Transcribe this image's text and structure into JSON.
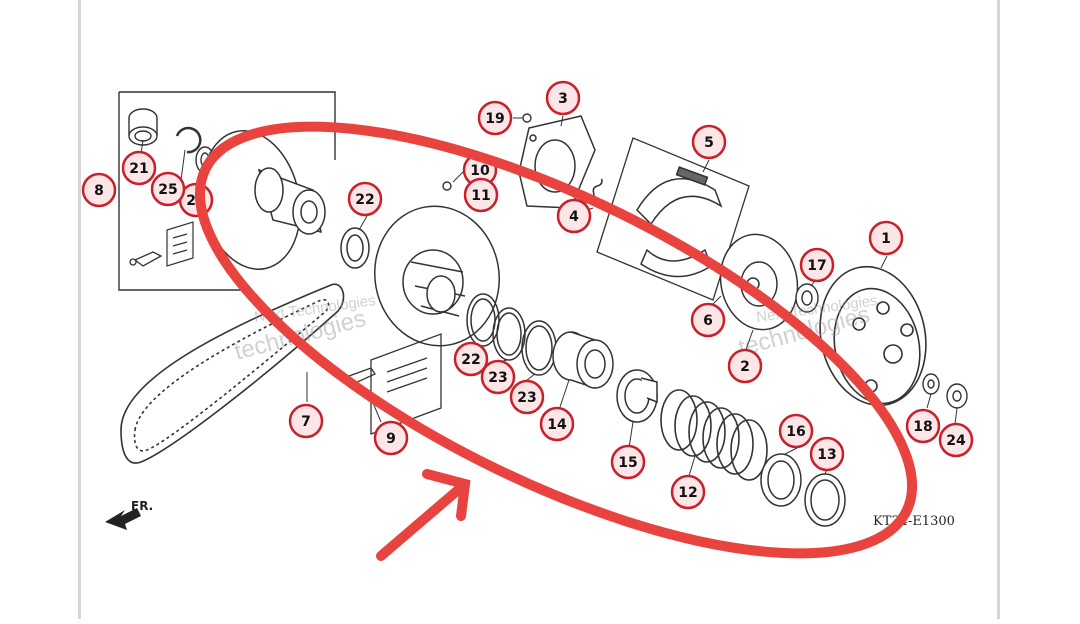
{
  "diagram": {
    "part_code": "KT34-E1300",
    "direction_label": "FR.",
    "watermark_primary": "Next Technologies",
    "watermark_secondary": "technologies",
    "callouts": [
      {
        "id": "1",
        "label": "1"
      },
      {
        "id": "2",
        "label": "2"
      },
      {
        "id": "3",
        "label": "3"
      },
      {
        "id": "4",
        "label": "4"
      },
      {
        "id": "5",
        "label": "5"
      },
      {
        "id": "6",
        "label": "6"
      },
      {
        "id": "7",
        "label": "7"
      },
      {
        "id": "8",
        "label": "8"
      },
      {
        "id": "9",
        "label": "9"
      },
      {
        "id": "10",
        "label": "10"
      },
      {
        "id": "11",
        "label": "11"
      },
      {
        "id": "12",
        "label": "12"
      },
      {
        "id": "13",
        "label": "13"
      },
      {
        "id": "14",
        "label": "14"
      },
      {
        "id": "15",
        "label": "15"
      },
      {
        "id": "16",
        "label": "16"
      },
      {
        "id": "17",
        "label": "17"
      },
      {
        "id": "18",
        "label": "18"
      },
      {
        "id": "19",
        "label": "19"
      },
      {
        "id": "20",
        "label": "20"
      },
      {
        "id": "21",
        "label": "21"
      },
      {
        "id": "22a",
        "label": "22"
      },
      {
        "id": "22b",
        "label": "22"
      },
      {
        "id": "23a",
        "label": "23"
      },
      {
        "id": "23b",
        "label": "23"
      },
      {
        "id": "24",
        "label": "24"
      },
      {
        "id": "25",
        "label": "25"
      }
    ],
    "colors": {
      "callout_stroke": "#c9202a",
      "callout_fill": "#fde6e7",
      "highlight_red": "#e8433f",
      "line_art": "#333333"
    }
  }
}
